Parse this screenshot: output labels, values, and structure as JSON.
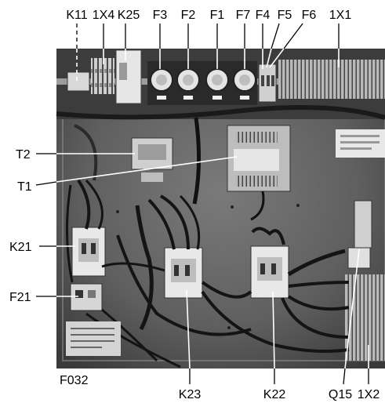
{
  "labels": {
    "k11": "K11",
    "x4": "1X4",
    "k25": "K25",
    "f3": "F3",
    "f2": "F2",
    "f1": "F1",
    "f7": "F7",
    "f4": "F4",
    "f5": "F5",
    "f6": "F6",
    "x1": "1X1",
    "t2": "T2",
    "t1": "T1",
    "k21": "K21",
    "f21": "F21",
    "f032": "F032",
    "k23": "K23",
    "k22": "K22",
    "q15": "Q15",
    "x2": "1X2"
  },
  "colors": {
    "panel_base": "#5f5f5f",
    "panel_dark": "#2b2b2b",
    "component_white": "#e8e8e8",
    "wire_black": "#1a1a1a",
    "label_text": "#000000"
  }
}
